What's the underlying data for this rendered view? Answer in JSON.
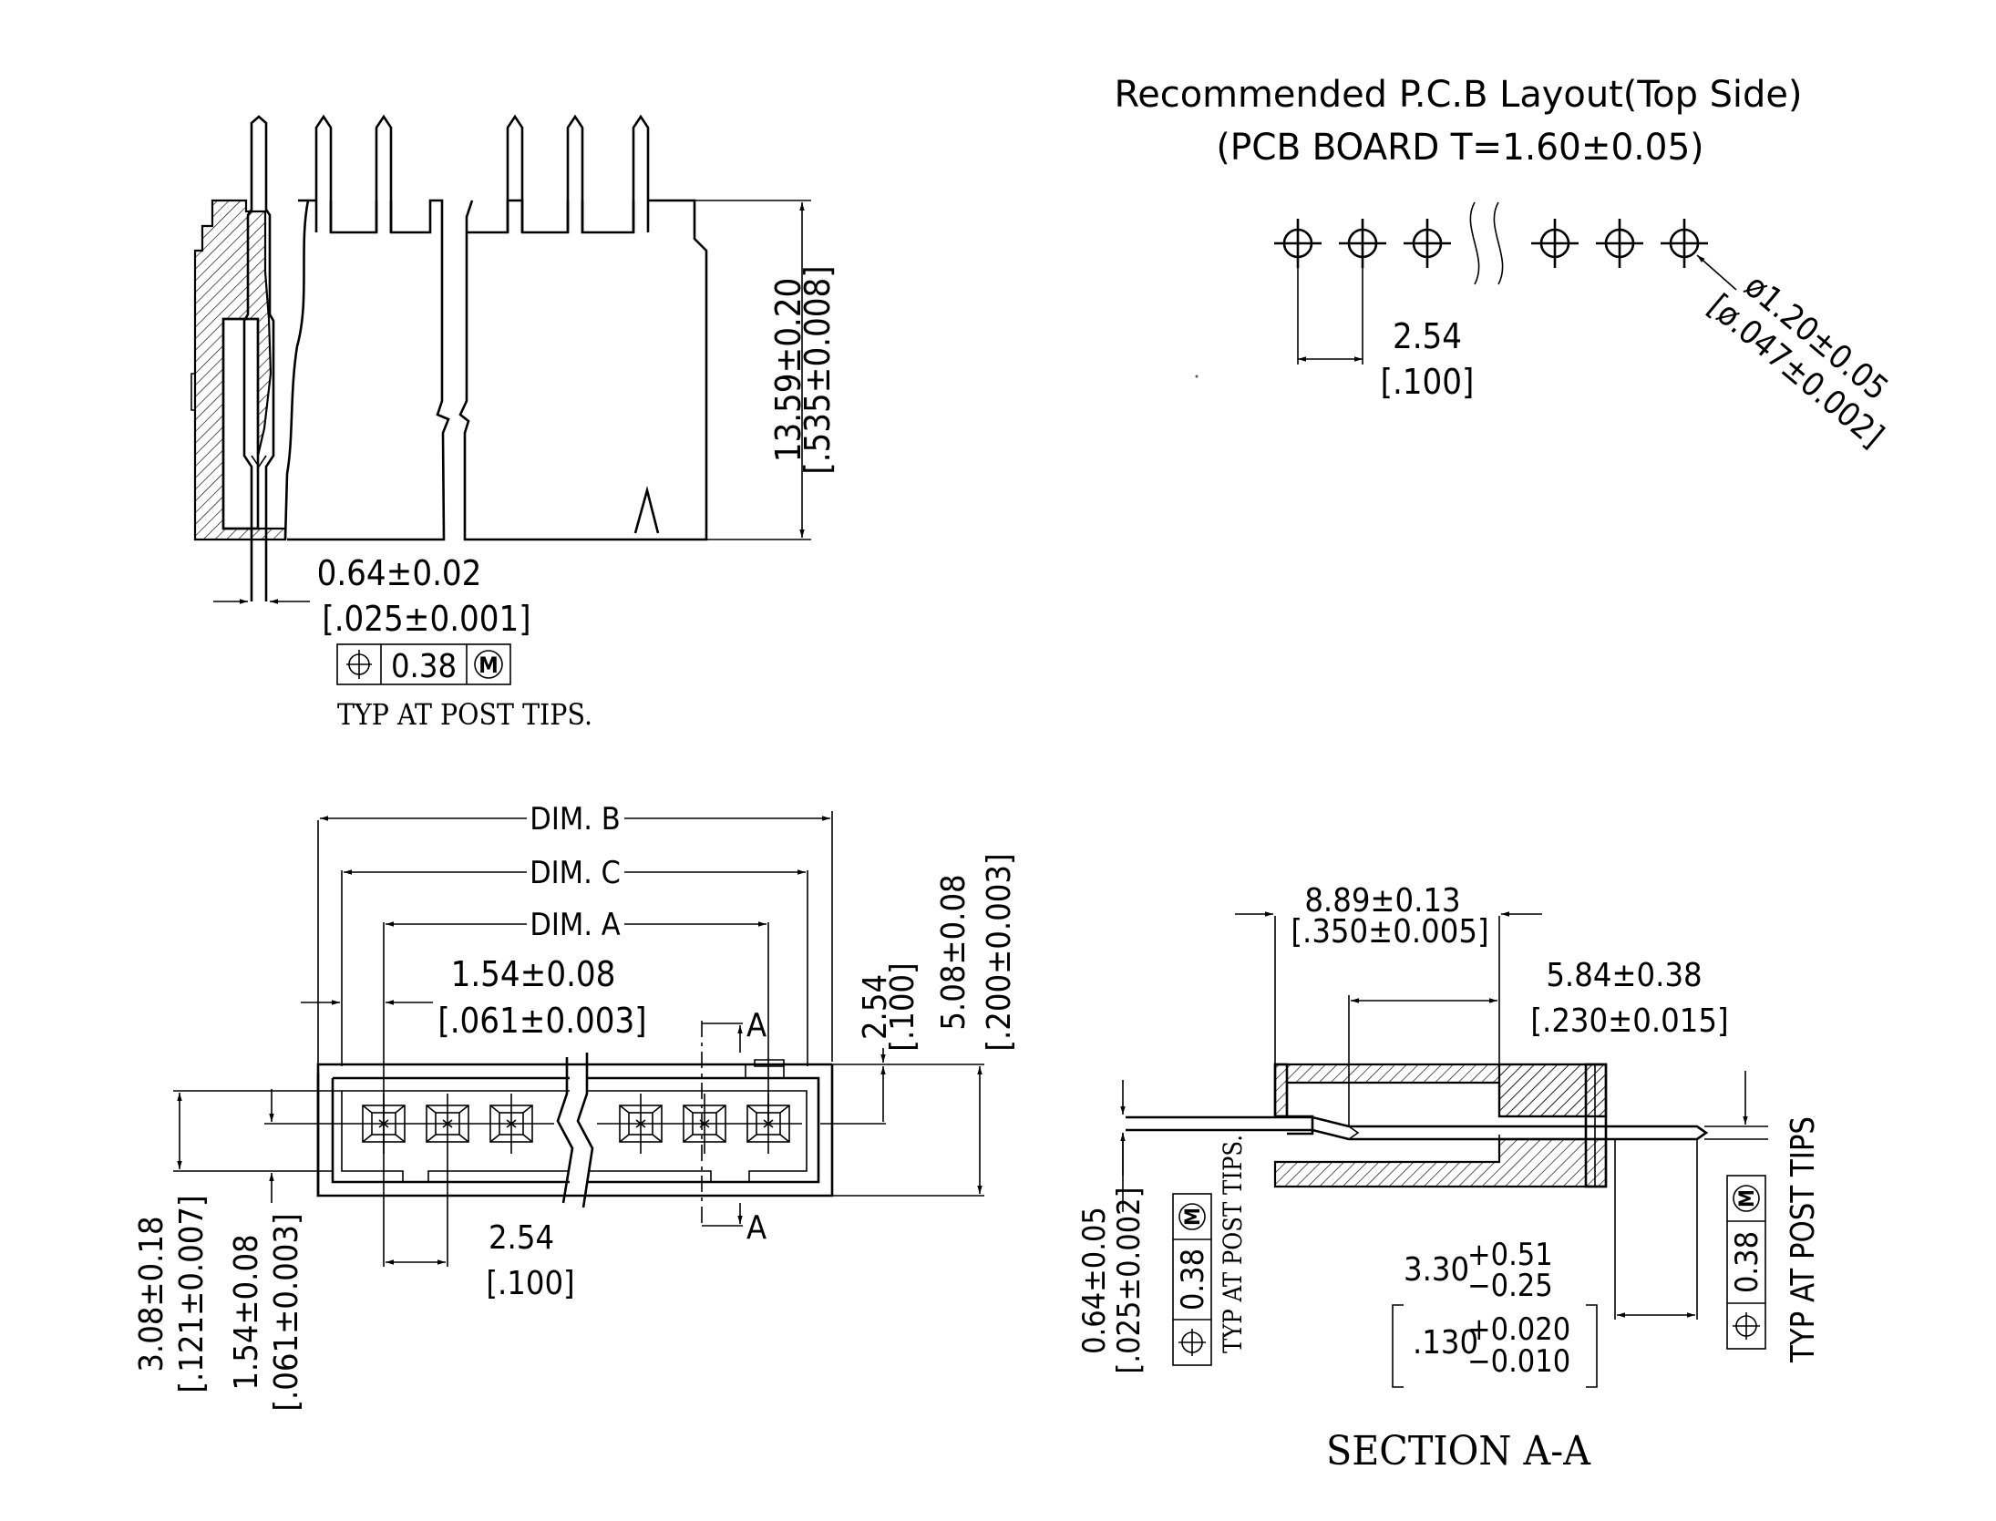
{
  "pcb_layout": {
    "title": "Recommended P.C.B Layout(Top Side)",
    "subtitle": "(PCB BOARD T=1.60±0.05)",
    "pitch_mm": "2.54",
    "pitch_in": "[.100]",
    "hole_mm": "ø1.20±0.05",
    "hole_in": "[ø.047±0.002]"
  },
  "side_view": {
    "height_mm": "13.59±0.20",
    "height_in": "[.535±0.008]",
    "post_mm": "0.64±0.02",
    "post_in": "[.025±0.001]",
    "tol_symbol": "⊕",
    "tol_value": "0.38",
    "tol_modifier": "M",
    "note": "TYP AT POST TIPS."
  },
  "top_view": {
    "dim_b": "DIM. B",
    "dim_c": "DIM. C",
    "dim_a": "DIM. A",
    "offset_mm": "1.54±0.08",
    "offset_in": "[.061±0.003]",
    "width_mm": "5.08±0.08",
    "width_in": "[.200±0.003]",
    "half_pitch_mm": "2.54",
    "half_pitch_in": "[.100]",
    "pitch_mm": "2.54",
    "pitch_in": "[.100]",
    "row_mm": "3.08±0.18",
    "row_in": "[.121±0.007]",
    "center_mm": "1.54±0.08",
    "center_in": "[.061±0.003]",
    "section_mark": "A"
  },
  "section": {
    "title": "SECTION A-A",
    "body_mm": "8.89±0.13",
    "body_in": "[.350±0.005]",
    "tail_mm": "5.84±0.38",
    "tail_in": "[.230±0.015]",
    "post_mm": "0.64±0.05",
    "post_in": "[.025±0.002]",
    "tol_value": "0.38",
    "tol_modifier": "M",
    "note": "TYP AT POST TIPS.",
    "note_right": "TYP AT POST TIPS",
    "pcb_base_mm": "3.30",
    "pcb_tol_plus_mm": "+0.51",
    "pcb_tol_minus_mm": "−0.25",
    "pcb_base_in": ".130",
    "pcb_tol_plus_in": "+0.020",
    "pcb_tol_minus_in": "−0.010"
  }
}
